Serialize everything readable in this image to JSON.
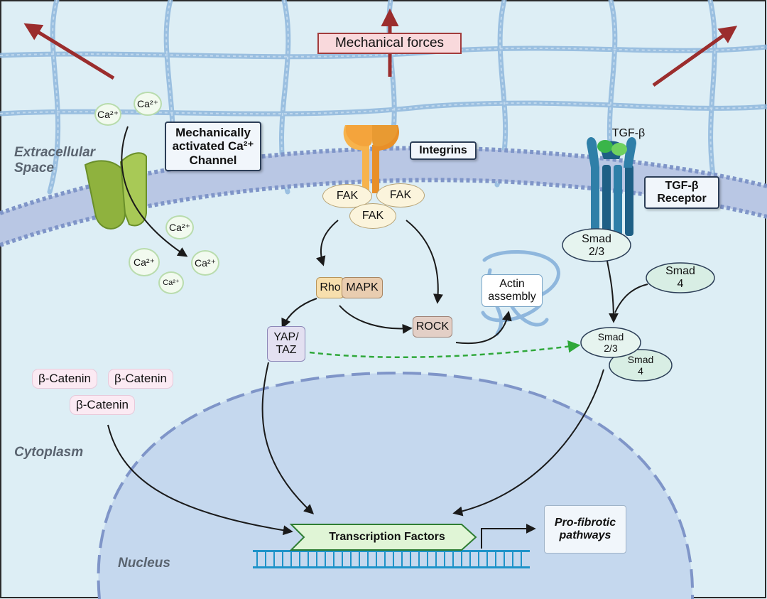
{
  "regions": {
    "extracellular": "Extracellular Space",
    "cytoplasm": "Cytoplasm",
    "nucleus": "Nucleus"
  },
  "labels": {
    "mechanical_forces": "Mechanical forces",
    "ca_channel": "Mechanically activated Ca²⁺ Channel",
    "integrins": "Integrins",
    "tgfb": "TGF-β",
    "tgfb_receptor": "TGF-β Receptor",
    "fak": "FAK",
    "rho": "Rho",
    "mapk": "MAPK",
    "rock": "ROCK",
    "actin": "Actin assembly",
    "yap_taz": "YAP/ TAZ",
    "smad23": "Smad 2/3",
    "smad4": "Smad 4",
    "beta_catenin": "β-Catenin",
    "transcription_factors": "Transcription Factors",
    "pro_fibrotic": "Pro-fibrotic pathways",
    "ca_ion": "Ca²⁺"
  },
  "colors": {
    "background": "#ddeef5",
    "membrane": "#7f95c8",
    "nucleus": "#c5d8ee",
    "arrow_red": "#9b2d2d",
    "dashed_green": "#2fa83a",
    "fak": "#fbf4dc",
    "rho": "#f7dfad",
    "mapk": "#e9cdb0",
    "rock": "#e3cfc6",
    "yap": "#e3e0f1",
    "smad": "#e6f4ef",
    "channel": "#8fb23e",
    "integrin": "#f4a43c",
    "receptor": "#2f7fa8"
  }
}
